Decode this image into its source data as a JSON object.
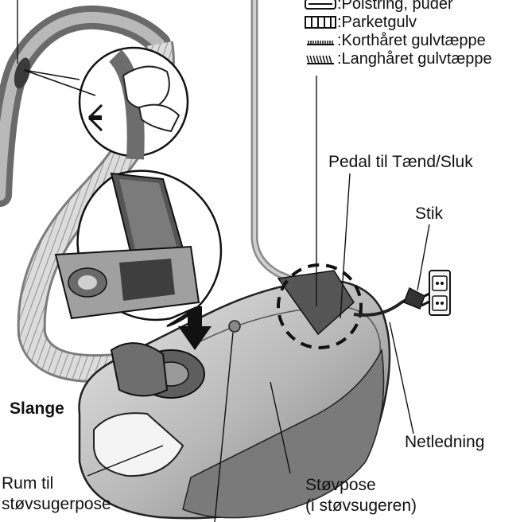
{
  "legend": {
    "items": [
      {
        "icon": "upholstery-icon",
        "label": ":Polstring, puder"
      },
      {
        "icon": "parquet-floor-icon",
        "label": ":Parketgulv"
      },
      {
        "icon": "short-pile-carpet-icon",
        "label": ":Korthåret gulvtæppe"
      },
      {
        "icon": "long-pile-carpet-icon",
        "label": ":Langhåret gulvtæppe"
      }
    ]
  },
  "labels": {
    "pedal": "Pedal til Tænd/Sluk",
    "plug": "Stik",
    "hose": "Slange",
    "cord": "Netledning",
    "bag_compartment_line1": "Rum til",
    "bag_compartment_line2": "støvsugerpose",
    "dust_bag_line1": "Støvpose",
    "dust_bag_line2": "(i støvsugeren)"
  },
  "colors": {
    "line": "#111111",
    "body_light": "#cfcfcf",
    "body_mid": "#a9a9a9",
    "body_dark": "#6e6e6e",
    "hose": "#d8d8d8",
    "tube": "#8a8a8a"
  }
}
